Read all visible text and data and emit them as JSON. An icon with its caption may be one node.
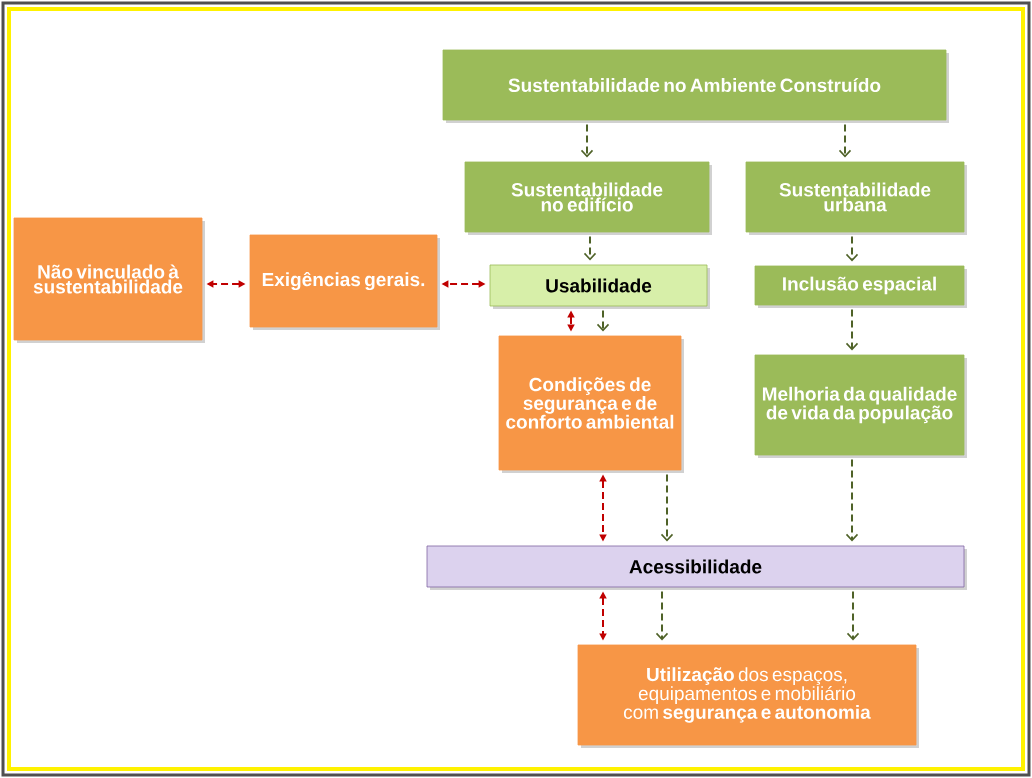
{
  "diagram": {
    "nodes": [
      {
        "text": [
          "Sustentabilidade no Ambiente Construído"
        ]
      },
      {
        "text": [
          "Sustentabilidade no edifício"
        ]
      },
      {
        "text": [
          "Sustentabilidade urbana"
        ]
      },
      {
        "text": [
          "Não vinculado à sustentabilidade"
        ]
      },
      {
        "text": [
          "Exigências gerais."
        ]
      },
      {
        "text": [
          "Usabilidade"
        ]
      },
      {
        "text": [
          "Inclusão espacial"
        ]
      },
      {
        "text": [
          "Condições de segurança e de conforto ambiental"
        ]
      },
      {
        "text": [
          "Melhoria da qualidade de vida da população"
        ]
      },
      {
        "text": [
          "Acessibilidade"
        ]
      },
      {
        "text": [
          "**Utilização** dos espaços, equipamentos e mobiliário com **segurança e autonomia**"
        ]
      }
    ],
    "edges": [
      {
        "from": 0,
        "to": 1,
        "arrow": "to"
      },
      {
        "from": 0,
        "to": 2,
        "arrow": "to"
      },
      {
        "from": 1,
        "to": 5,
        "arrow": "to"
      },
      {
        "from": 2,
        "to": 6,
        "arrow": "to"
      },
      {
        "from": 4,
        "to": 3,
        "arrow": "both",
        "color": "#c00000"
      },
      {
        "from": 5,
        "to": 4,
        "arrow": "both",
        "color": "#c00000"
      },
      {
        "from": 5,
        "to": 7,
        "arrow": "both",
        "color": "#c00000"
      },
      {
        "from": 5,
        "to": 7,
        "arrow": "to"
      },
      {
        "from": 6,
        "to": 8,
        "arrow": "to"
      },
      {
        "from": 7,
        "to": 9,
        "arrow": "both",
        "color": "#c00000"
      },
      {
        "from": 7,
        "to": 9,
        "arrow": "to"
      },
      {
        "from": 8,
        "to": 9,
        "arrow": "to"
      },
      {
        "from": 9,
        "to": 10,
        "arrow": "both",
        "color": "#c00000"
      },
      {
        "from": 9,
        "to": 10,
        "arrow": "to"
      },
      {
        "from": 9,
        "to": 10,
        "arrow": "to"
      }
    ]
  }
}
